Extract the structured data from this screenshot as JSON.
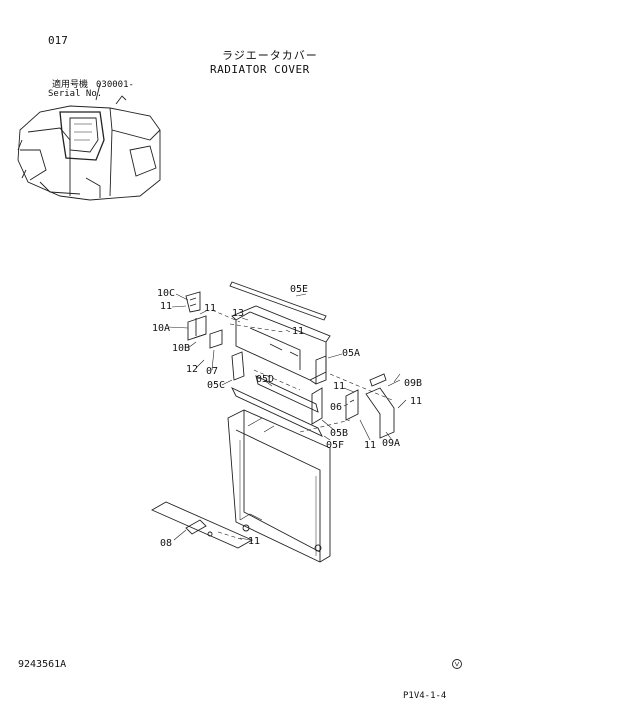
{
  "header": {
    "page_number": "017",
    "title_jp": "ラジエータカバー",
    "title_en": "RADIATOR COVER"
  },
  "serial": {
    "label_jp": "適用号機",
    "label_en": "Serial No.",
    "value": "030001-"
  },
  "diagram": {
    "callouts": [
      "05E",
      "13",
      "11",
      "05A",
      "10C",
      "11",
      "10A",
      "11",
      "10B",
      "12",
      "07",
      "05C",
      "05D",
      "11",
      "09B",
      "11",
      "06",
      "05B",
      "05F",
      "11",
      "09A",
      "08",
      "11"
    ]
  },
  "footer": {
    "doc_code": "9243561A",
    "page_code": "P1V4-1-4"
  }
}
